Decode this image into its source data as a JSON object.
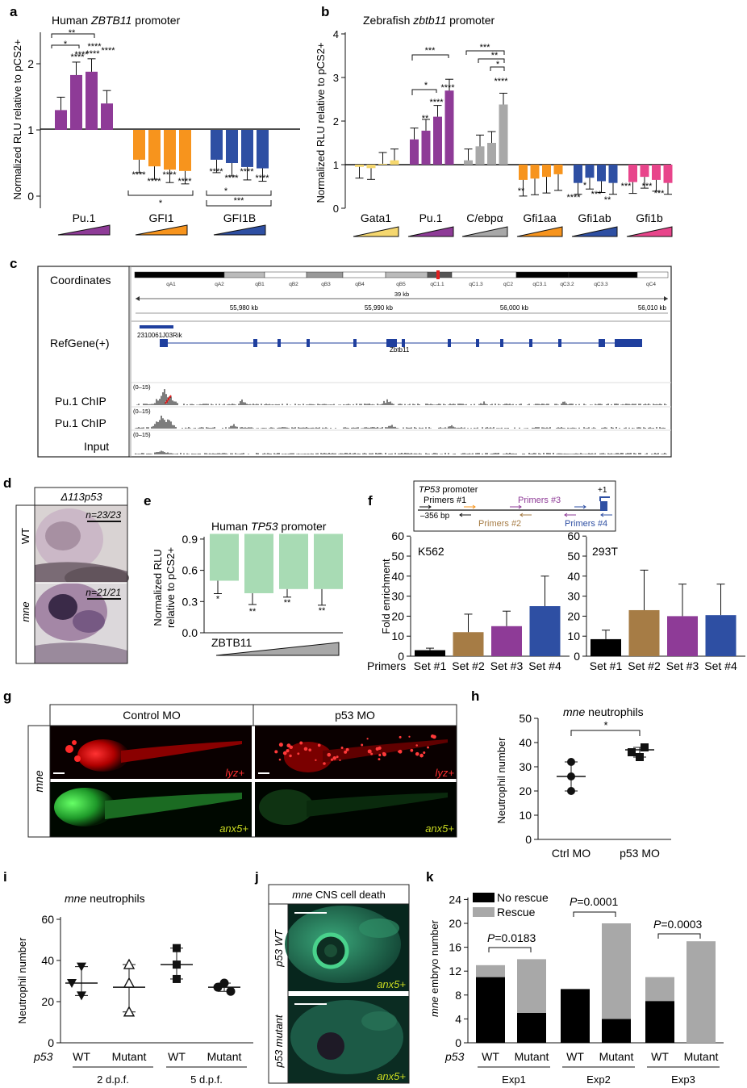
{
  "panels": {
    "a": {
      "letter": "a",
      "title_pre": "Human ",
      "title_gene": "ZBTB11",
      "title_post": " promoter",
      "ylabel": "Normalized RLU relative to pCS2+",
      "yticks": [
        "0",
        "1",
        "2"
      ],
      "groups": [
        "Pu.1",
        "GFI1",
        "GFI1B"
      ],
      "colors": [
        "#8e3b97",
        "#f7941d",
        "#2e4fa3"
      ],
      "chart_data": {
        "type": "bar",
        "categories": [
          "Pu.1",
          "GFI1",
          "GFI1B"
        ],
        "series": [
          {
            "values": [
              1.3,
              1.83,
              1.88,
              1.4
            ]
          },
          {
            "values": [
              0.55,
              0.45,
              0.4,
              0.38
            ]
          },
          {
            "values": [
              0.55,
              0.5,
              0.44,
              0.42
            ]
          }
        ],
        "ylim": [
          -0.2,
          2.35
        ]
      },
      "sig": {
        "pu1_bars": [
          "****",
          "****",
          "****"
        ],
        "pu1_brackets": [
          "*",
          "**"
        ],
        "gfi1_bars": [
          "****",
          "****",
          "****",
          "****"
        ],
        "gfi1_bracket": "*",
        "gfi1b_bars": [
          "****",
          "****",
          "****",
          "****"
        ],
        "gfi1b_brackets": [
          "*",
          "***"
        ]
      }
    },
    "b": {
      "letter": "b",
      "title_pre": "Zebrafish ",
      "title_gene": "zbtb11",
      "title_post": " promoter",
      "ylabel": "Normalized RLU relative to pCS2+",
      "yticks": [
        "0",
        "1",
        "2",
        "3",
        "4"
      ],
      "groups": [
        "Gata1",
        "Pu.1",
        "C/ebpα",
        "Gfi1aa",
        "Gfi1ab",
        "Gfi1b"
      ],
      "colors": [
        "#f5d76e",
        "#8e3b97",
        "#a8a8a8",
        "#f7941d",
        "#2e4fa3",
        "#e8458b"
      ],
      "chart_data": {
        "type": "bar",
        "categories": [
          "Gata1",
          "Pu.1",
          "C/ebpα",
          "Gfi1aa",
          "Gfi1ab",
          "Gfi1b"
        ],
        "series": [
          {
            "values": [
              0.95,
              0.92,
              1.02,
              1.1
            ]
          },
          {
            "values": [
              1.58,
              1.78,
              2.1,
              2.7
            ]
          },
          {
            "values": [
              1.1,
              1.42,
              1.5,
              2.38
            ]
          },
          {
            "values": [
              0.65,
              0.68,
              0.72,
              0.78
            ]
          },
          {
            "values": [
              0.58,
              0.7,
              0.62,
              0.58
            ]
          },
          {
            "values": [
              0.6,
              0.72,
              0.65,
              0.58
            ]
          }
        ],
        "ylim": [
          0,
          4
        ]
      },
      "sig": {
        "pu1_bars": [
          "**",
          "****",
          "****"
        ],
        "pu1_brackets": [
          "*",
          "***"
        ],
        "cebp_bar": "****",
        "cebp_brackets": [
          "***",
          "**",
          "*"
        ],
        "gfi1aa_bar": "**",
        "gfi1ab_bars": [
          "****",
          "*",
          "***",
          "**"
        ],
        "gfi1b_bars": [
          "***",
          "***",
          "***"
        ]
      }
    },
    "c": {
      "letter": "c",
      "row_labels": [
        "Coordinates",
        "RefGene(+)",
        "Pu.1 ChIP",
        "Pu.1 ChIP",
        "Input"
      ],
      "bands": [
        "qA1",
        "qA2",
        "qB1",
        "qB2",
        "qB3",
        "qB4",
        "qB5",
        "qC1.1",
        "qC1.3",
        "qC2",
        "qC3.1",
        "qC3.2",
        "qC3.3",
        "qC4"
      ],
      "scale_label": "39 kb",
      "coords": [
        "55,980 kb",
        "55,990 kb",
        "56,000 kb",
        "56,010 kb"
      ],
      "genes": [
        "2310061J03Rik",
        "Zbtb11"
      ],
      "range_label": "(0–15)"
    },
    "d": {
      "letter": "d",
      "title": "Δ113p53",
      "rows": [
        "WT",
        "mne"
      ],
      "counts": [
        "n=23/23",
        "n=21/21"
      ]
    },
    "e": {
      "letter": "e",
      "title_pre": "Human ",
      "title_gene": "TP53",
      "title_post": " promoter",
      "ylabel_line1": "Normalized RLU",
      "ylabel_line2": "relative to pCS2+",
      "yticks": [
        "0.0",
        "0.3",
        "0.6",
        "0.9"
      ],
      "xlabel": "ZBTB11",
      "color": "#a8dbb4",
      "chart_data": {
        "type": "bar",
        "values": [
          0.5,
          0.38,
          0.42,
          0.42
        ],
        "ylim": [
          0,
          0.95
        ]
      },
      "sig": [
        "*",
        "**",
        "**",
        "**"
      ]
    },
    "f": {
      "letter": "f",
      "schema_gene": "TP53",
      "schema_post": " promoter",
      "schema_primers": [
        "Primers #1",
        "Primers #2",
        "Primers #3",
        "Primers #4"
      ],
      "schema_pos": "–356 bp",
      "schema_tss": "+1",
      "ylabel": "Fold enrichment",
      "yticks": [
        "0",
        "10",
        "20",
        "30",
        "40",
        "50",
        "60"
      ],
      "primers_label": "Primers",
      "categories": [
        "Set #1",
        "Set #2",
        "Set #3",
        "Set #4"
      ],
      "colors": [
        "#000000",
        "#a67c45",
        "#8e3b97",
        "#2e4fa3"
      ],
      "chart_data": [
        {
          "type": "bar",
          "title": "K562",
          "categories": [
            "Set #1",
            "Set #2",
            "Set #3",
            "Set #4"
          ],
          "values": [
            3,
            12,
            15,
            25
          ],
          "ylim": [
            0,
            60
          ]
        },
        {
          "type": "bar",
          "title": "293T",
          "categories": [
            "Set #1",
            "Set #2",
            "Set #3",
            "Set #4"
          ],
          "values": [
            8.5,
            23,
            20,
            20.5
          ],
          "ylim": [
            0,
            60
          ]
        }
      ]
    },
    "g": {
      "letter": "g",
      "row": "mne",
      "cols": [
        "Control MO",
        "p53 MO"
      ],
      "markers": [
        "lyz+",
        "anx5+"
      ]
    },
    "h": {
      "letter": "h",
      "title_gene": "mne",
      "title_post": " neutrophils",
      "ylabel": "Neutrophil number",
      "yticks": [
        "0",
        "10",
        "20",
        "30",
        "40",
        "50"
      ],
      "sig": "*",
      "chart_data": {
        "type": "scatter",
        "categories": [
          "Ctrl MO",
          "p53 MO"
        ],
        "series": [
          {
            "values": [
              32,
              26,
              20
            ]
          },
          {
            "values": [
              38,
              36,
              34
            ]
          }
        ],
        "mean": [
          26,
          37
        ],
        "ylim": [
          0,
          50
        ]
      }
    },
    "i": {
      "letter": "i",
      "title_gene": "mne",
      "title_post": " neutrophils",
      "ylabel": "Neutrophil number",
      "yticks": [
        "0",
        "20",
        "40",
        "60"
      ],
      "rowlabel": "p53",
      "categories": [
        "WT",
        "Mutant",
        "WT",
        "Mutant"
      ],
      "stages": [
        "2 d.p.f.",
        "5 d.p.f."
      ],
      "chart_data": {
        "type": "scatter",
        "categories": [
          "WT",
          "Mutant",
          "WT",
          "Mutant"
        ],
        "series": [
          {
            "values": [
              37,
              29,
              23
            ]
          },
          {
            "values": [
              38,
              29,
              15
            ]
          },
          {
            "values": [
              46,
              38,
              31
            ]
          },
          {
            "values": [
              29,
              27,
              25
            ]
          }
        ],
        "mean": [
          29,
          27,
          38,
          27
        ],
        "ylim": [
          0,
          60
        ]
      }
    },
    "j": {
      "letter": "j",
      "title_gene": "mne",
      "title_post": " CNS cell death",
      "rows": [
        "p53 WT",
        "p53 mutant"
      ],
      "marker": "anx5+"
    },
    "k": {
      "letter": "k",
      "ylabel_gene": "mne",
      "ylabel_post": " embryo number",
      "yticks": [
        "0",
        "4",
        "8",
        "12",
        "16",
        "20",
        "24"
      ],
      "legend": [
        "No rescue",
        "Rescue"
      ],
      "colors": [
        "#000000",
        "#a8a8a8"
      ],
      "rowlabel": "p53",
      "categories": [
        "WT",
        "Mutant",
        "WT",
        "Mutant",
        "WT",
        "Mutant"
      ],
      "experiments": [
        "Exp1",
        "Exp2",
        "Exp3"
      ],
      "pvalues": [
        "P=0.0183",
        "P=0.0001",
        "P=0.0003"
      ],
      "chart_data": {
        "type": "bar",
        "categories": [
          "WT",
          "Mutant",
          "WT",
          "Mutant",
          "WT",
          "Mutant"
        ],
        "series": [
          {
            "name": "No rescue",
            "values": [
              11,
              5,
              9,
              4,
              7,
              0
            ]
          },
          {
            "name": "Rescue",
            "values": [
              2,
              9,
              0,
              16,
              4,
              17
            ]
          }
        ],
        "ylim": [
          0,
          24
        ]
      }
    }
  }
}
